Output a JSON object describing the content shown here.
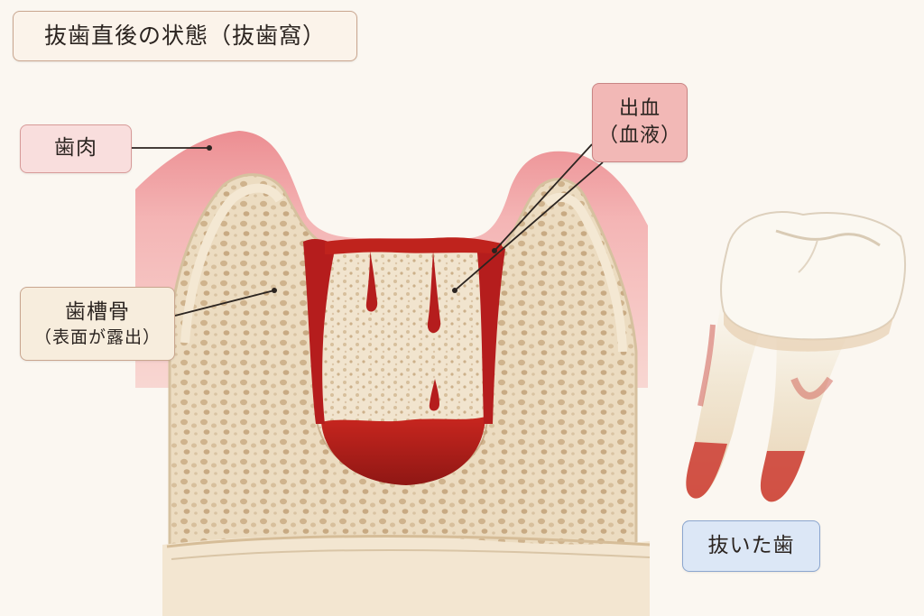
{
  "title": "抜歯直後の状態（抜歯窩）",
  "labels": {
    "gum": "歯肉",
    "blood_line1": "出血",
    "blood_line2": "（血液）",
    "bone_line1": "歯槽骨",
    "bone_line2": "（表面が露出）",
    "tooth": "抜いた歯"
  },
  "colors": {
    "gum": "#f0a3a3",
    "bone": "#ead7b8",
    "blood": "#b51d1d",
    "tooth": "#f3ead8",
    "label_blue": "#dce7f6"
  }
}
